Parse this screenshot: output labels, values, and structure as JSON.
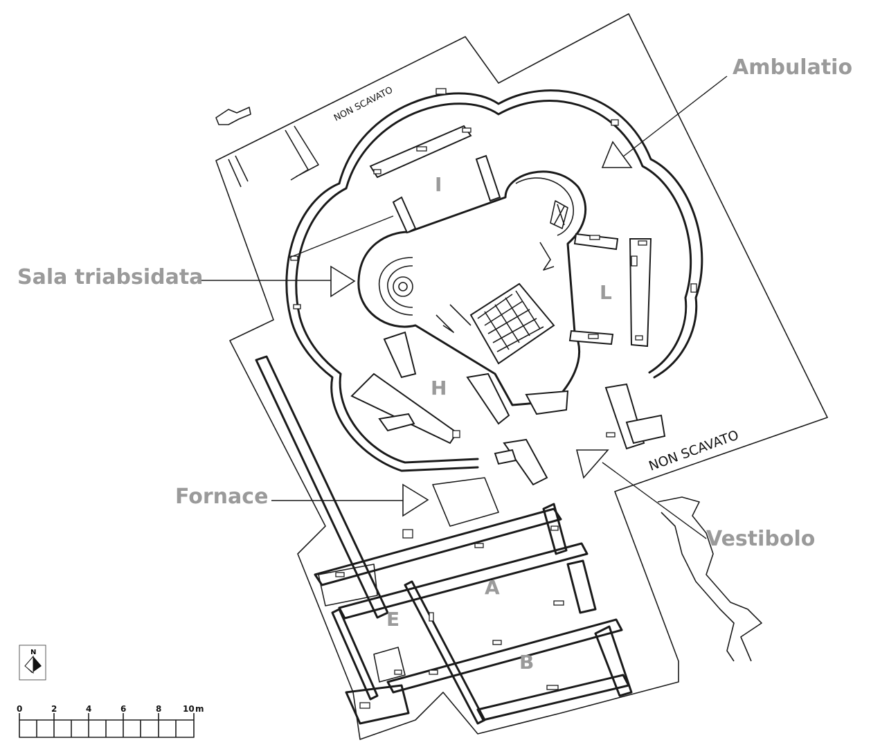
{
  "labels": {
    "ambulatio": "Ambulatio",
    "sala": "Sala triabsidata",
    "fornace": "Fornace",
    "vestibolo": "Vestibolo"
  },
  "rooms": {
    "i": "I",
    "l": "L",
    "h": "H",
    "a": "A",
    "e": "E",
    "b": "B"
  },
  "non_scavato": {
    "top": "NON SCAVATO",
    "right": "NON SCAVATO"
  },
  "north": "N",
  "scale": {
    "ticks": [
      "0",
      "2",
      "4",
      "6",
      "8",
      "10"
    ],
    "unit": "m"
  },
  "colors": {
    "label": "#9a9a9a",
    "line": "#1a1a1a"
  }
}
